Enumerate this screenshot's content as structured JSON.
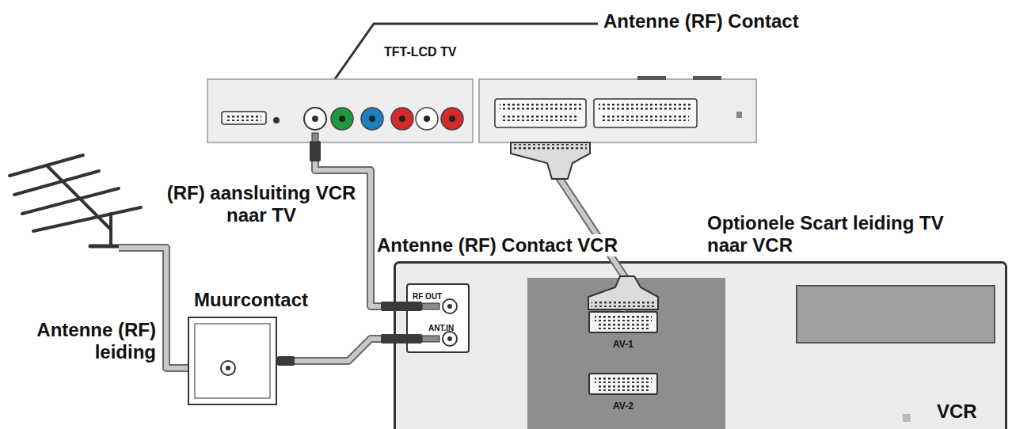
{
  "diagram": {
    "nodes": [
      {
        "text": [
          "VCR"
        ]
      },
      {
        "text": [
          "RF OUT",
          "ANT.IN"
        ],
        "in": 0
      },
      {
        "text": [
          "AV-1"
        ],
        "in": 0
      },
      {
        "text": [
          "AV-2"
        ],
        "in": 0
      },
      {
        "text": [
          "TFT-LCD TV"
        ]
      },
      {
        "text": [
          "Muurcontact"
        ]
      }
    ],
    "edges": [
      {
        "from": 5,
        "to": 1,
        "arrow": "none"
      },
      {
        "from": 1,
        "to": 4,
        "arrow": "none"
      },
      {
        "from": 4,
        "to": 2,
        "arrow": "none"
      }
    ],
    "labels": [
      "Antenne (RF) Contact",
      "(RF) aansluiting VCR naar TV",
      "Antenne (RF) Contact VCR",
      "Optionele Scart leiding TV naar VCR",
      "Antenne (RF) leiding"
    ]
  }
}
